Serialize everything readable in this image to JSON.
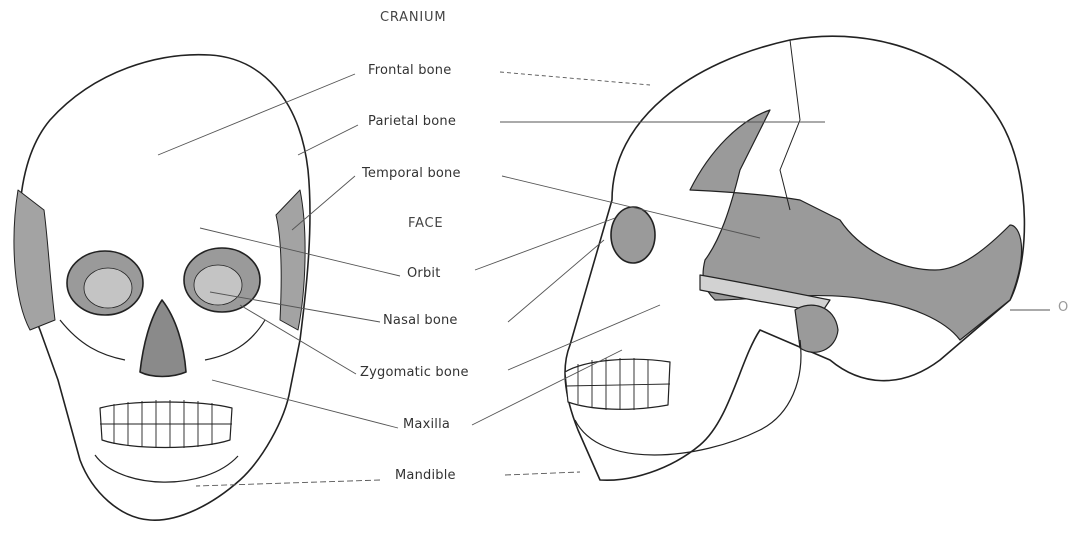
{
  "headings": {
    "cranium": "CRANIUM",
    "face": "FACE"
  },
  "labels": {
    "frontal": "Frontal bone",
    "parietal": "Parietal bone",
    "temporal": "Temporal bone",
    "orbit": "Orbit",
    "nasal": "Nasal bone",
    "zygomatic": "Zygomatic bone",
    "maxilla": "Maxilla",
    "mandible": "Mandible",
    "occipital_partial": "O"
  },
  "colors": {
    "bone_white": "#ffffff",
    "shade_gray": "#9a9a9a",
    "light_gray": "#d2d2d2",
    "outline": "#222222",
    "leader": "#555555"
  }
}
